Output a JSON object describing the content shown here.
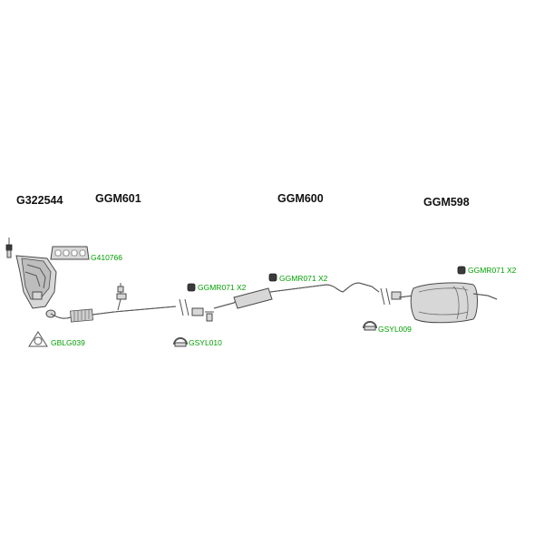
{
  "main_labels": {
    "catalyst": "G322544",
    "front_section": "GGM601",
    "center_section": "GGM600",
    "rear_section": "GGM598"
  },
  "part_labels": {
    "gasket_front": "G410766",
    "flange_gasket": "GBLG039",
    "clamp_a": "GSYL010",
    "clamp_b": "GSYL009",
    "mount_center_1": "GGMR071 X2",
    "mount_center_2": "GGMR071 X2",
    "mount_rear": "GGMR071 X2"
  },
  "colors": {
    "part_label": "#00a000",
    "main_label": "#111111",
    "outline": "#555555"
  }
}
